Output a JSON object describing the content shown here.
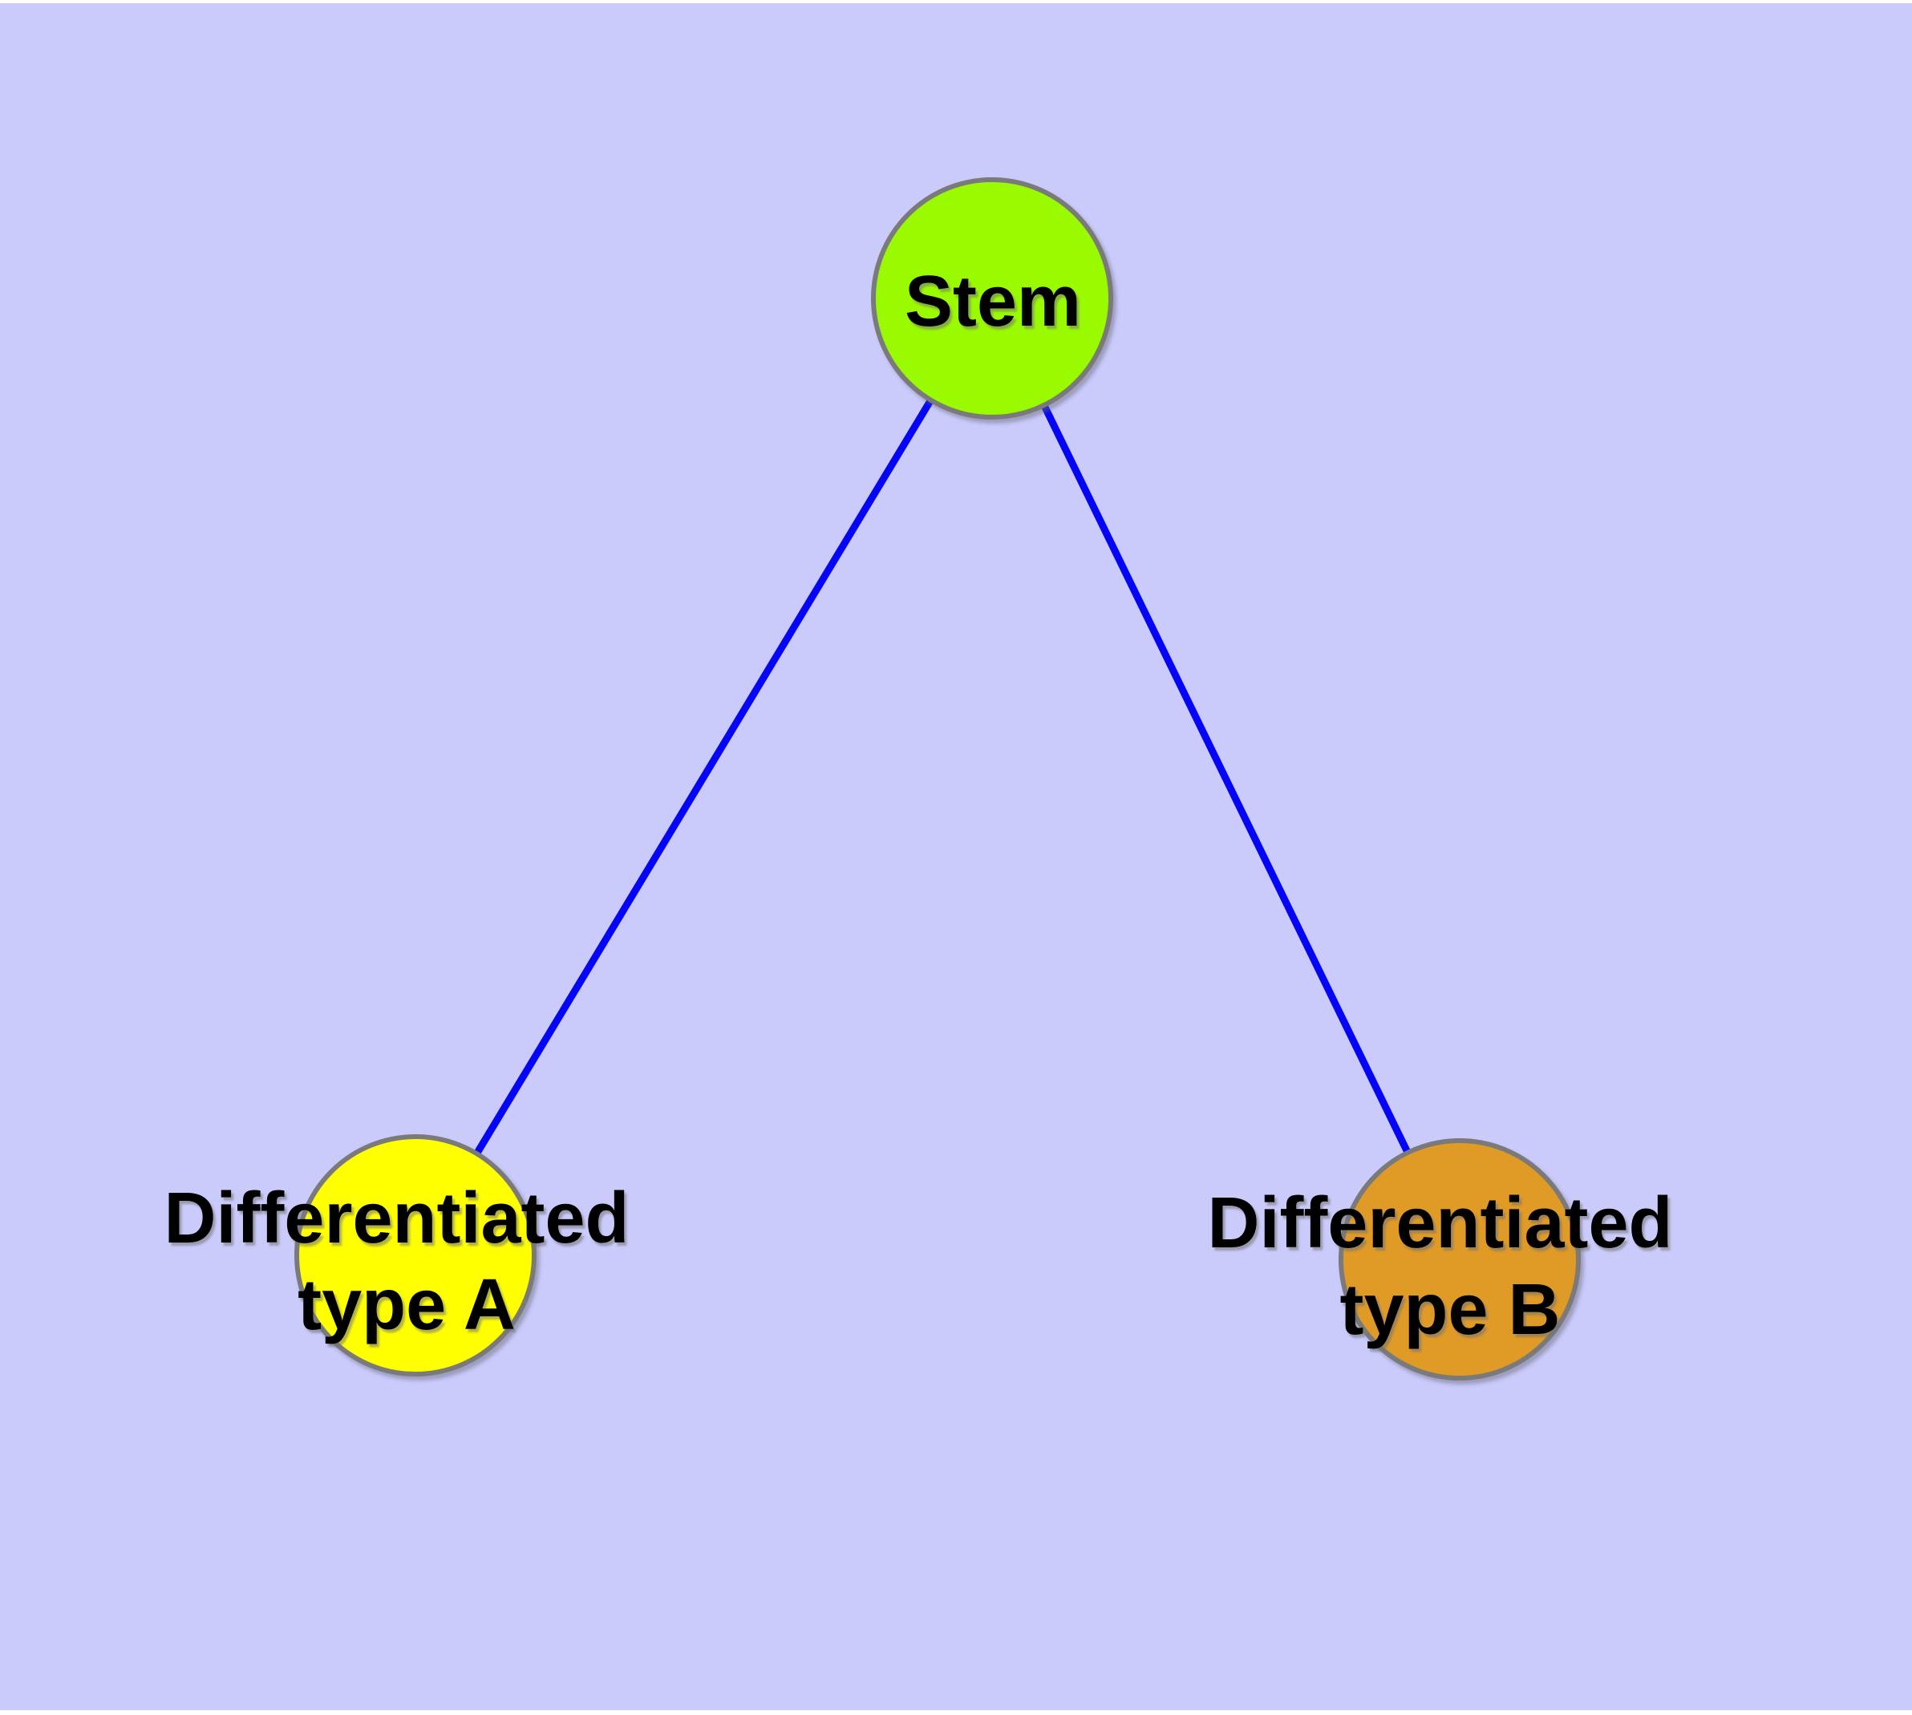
{
  "canvas": {
    "background": "#cacafb",
    "page_background": "#ffffff"
  },
  "graph": {
    "edge_color": "#0404fa",
    "edge_width": 9,
    "node_border_color": "#7a7a7a",
    "label_color": "#000000",
    "nodes": [
      {
        "id": "stem",
        "label": "Stem",
        "fill": "#9afb00"
      },
      {
        "id": "differentiated-type-a",
        "label_line1": "Differentiated",
        "label_line2": "type A",
        "fill": "#ffff00"
      },
      {
        "id": "differentiated-type-b",
        "label_line1": "Differentiated",
        "label_line2": "type B",
        "fill": "#e09a28"
      }
    ],
    "edges": [
      {
        "from": "stem",
        "to": "differentiated-type-a"
      },
      {
        "from": "stem",
        "to": "differentiated-type-b"
      }
    ]
  }
}
